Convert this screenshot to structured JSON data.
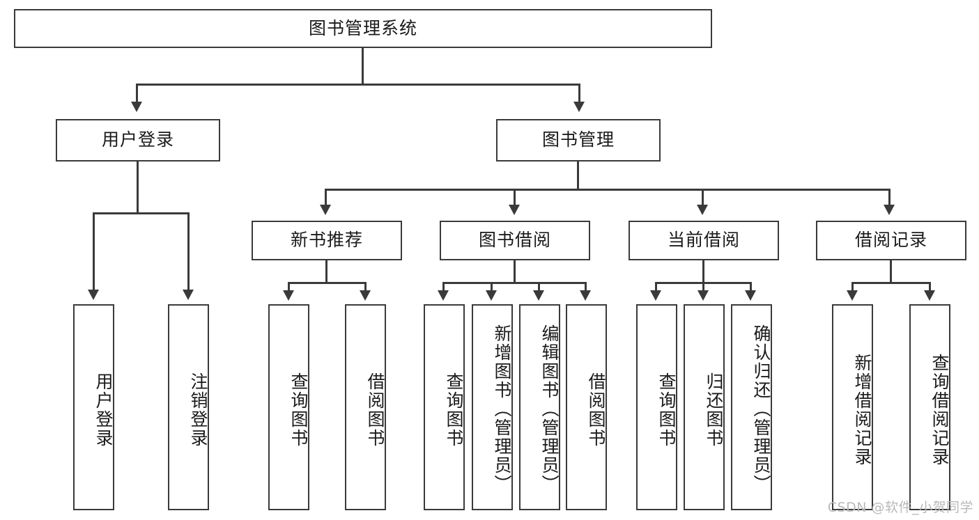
{
  "diagram": {
    "type": "tree-hierarchy-diagram",
    "title": "图书管理系统",
    "root": {
      "label": "图书管理系统",
      "id": "root"
    },
    "level2": [
      {
        "id": "user-login",
        "label": "用户登录"
      },
      {
        "id": "book-manage",
        "label": "图书管理"
      }
    ],
    "level3": [
      {
        "id": "new-book-rec",
        "label": "新书推荐",
        "parent": "book-manage"
      },
      {
        "id": "book-borrow",
        "label": "图书借阅",
        "parent": "book-manage"
      },
      {
        "id": "current-borrow",
        "label": "当前借阅",
        "parent": "book-manage"
      },
      {
        "id": "borrow-record",
        "label": "借阅记录",
        "parent": "book-manage"
      }
    ],
    "leaves": {
      "user_login": [
        {
          "id": "leaf-user-login",
          "label": "用户登录"
        },
        {
          "id": "leaf-logout",
          "label": "注销登录"
        }
      ],
      "new_book_rec": [
        {
          "id": "leaf-query-book-1",
          "label": "查询图书"
        },
        {
          "id": "leaf-borrow-book-1",
          "label": "借阅图书"
        }
      ],
      "book_borrow": [
        {
          "id": "leaf-query-book-2",
          "label": "查询图书"
        },
        {
          "id": "leaf-add-book",
          "label": "新增图书（管理员）"
        },
        {
          "id": "leaf-edit-book",
          "label": "编辑图书（管理员）"
        },
        {
          "id": "leaf-borrow-book-2",
          "label": "借阅图书"
        }
      ],
      "current_borrow": [
        {
          "id": "leaf-query-book-3",
          "label": "查询图书"
        },
        {
          "id": "leaf-return-book",
          "label": "归还图书"
        },
        {
          "id": "leaf-confirm-return",
          "label": "确认归还（管理员）"
        }
      ],
      "borrow_record": [
        {
          "id": "leaf-add-record",
          "label": "新增借阅记录"
        },
        {
          "id": "leaf-query-record",
          "label": "查询借阅记录"
        }
      ]
    }
  },
  "watermark": {
    "text": "CSDN @软件_小贺同学"
  },
  "colors": {
    "stroke": "#3a3a3a",
    "background": "#ffffff",
    "text": "#1a1a1a",
    "watermark": "#b9b9b9"
  }
}
